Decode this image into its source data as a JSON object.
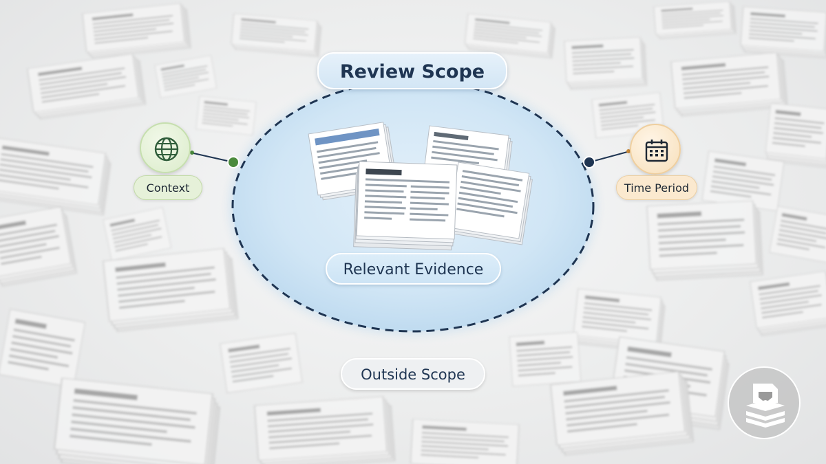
{
  "title": "Review Scope",
  "inner_label": "Relevant Evidence",
  "outer_label": "Outside Scope",
  "left_label": "Context",
  "right_label": "Time Period",
  "icons": {
    "left": "globe-icon",
    "right": "calendar-icon",
    "logo": "document-stack-logo-icon"
  },
  "colors": {
    "boundary": "#1f3552",
    "context_accent": "#4a8a3c",
    "time_accent": "#1f3552",
    "scope_fill": "#cfe5f5",
    "title_text": "#1f3552"
  }
}
